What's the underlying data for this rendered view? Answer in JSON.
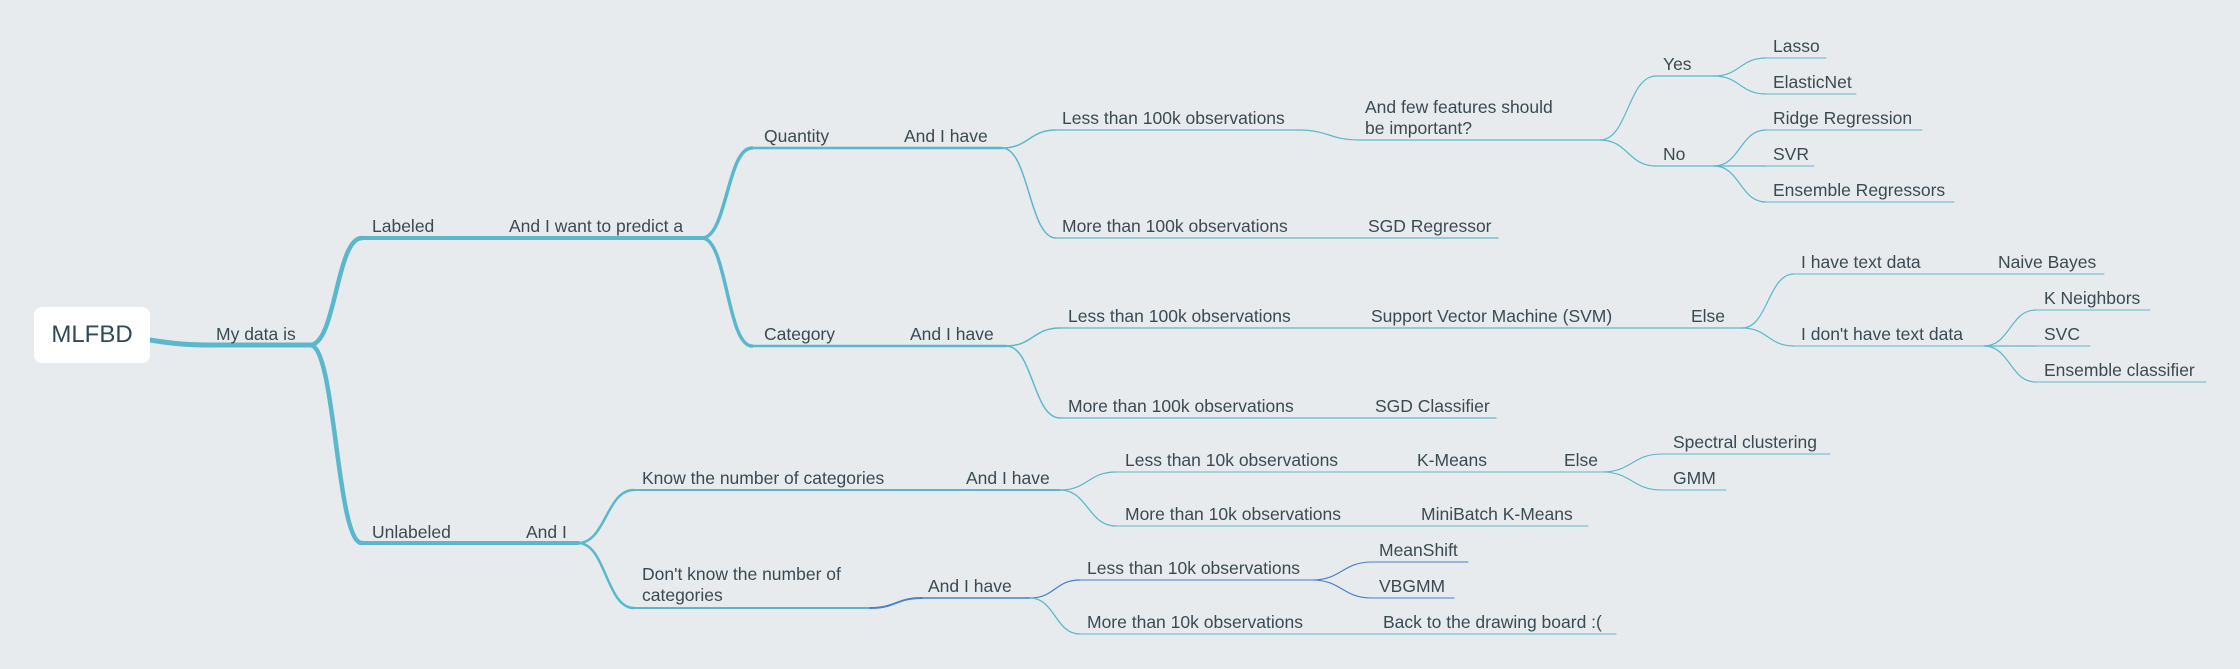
{
  "root": "MLFBD",
  "nodes": {
    "n1": "My data is",
    "n2": "Labeled",
    "n3": "And I want to predict a",
    "n4": "Quantity",
    "n5": "And I have",
    "n6": "Less than 100k observations",
    "n7": "And few features should be important?",
    "n8": "Yes",
    "n9": "Lasso",
    "n10": "ElasticNet",
    "n11": "No",
    "n12": "Ridge Regression",
    "n13": "SVR",
    "n14": "Ensemble Regressors",
    "n15": "More than 100k observations",
    "n16": "SGD Regressor",
    "n17": "Category",
    "n18": "And I have",
    "n19": "Less than 100k observations",
    "n20": "Support Vector Machine (SVM)",
    "n21": "Else",
    "n22": "I have text data",
    "n23": "Naive Bayes",
    "n24": "I don't have text data",
    "n25": "K Neighbors",
    "n26": "SVC",
    "n27": "Ensemble classifier",
    "n28": "More than 100k observations",
    "n29": "SGD Classifier",
    "n30": "Unlabeled",
    "n31": "And I",
    "n32": "Know the number of categories",
    "n33": "And I have",
    "n34": "Less than 10k observations",
    "n35": "K-Means",
    "n36": "Else",
    "n37": "Spectral clustering",
    "n38": "GMM",
    "n39": "More than 10k observations",
    "n40": "MiniBatch K-Means",
    "n41": "Don't know the number of categories",
    "n42": "And I have",
    "n43": "Less than 10k observations",
    "n44": "MeanShift",
    "n45": "VBGMM",
    "n46": "More than 10k observations",
    "n47": "Back to the drawing board :("
  },
  "colors": {
    "background": "#e8ebed",
    "branch_teal": "#5bb8cc",
    "branch_blue": "#4a7fc9",
    "text": "#3b4a52"
  }
}
